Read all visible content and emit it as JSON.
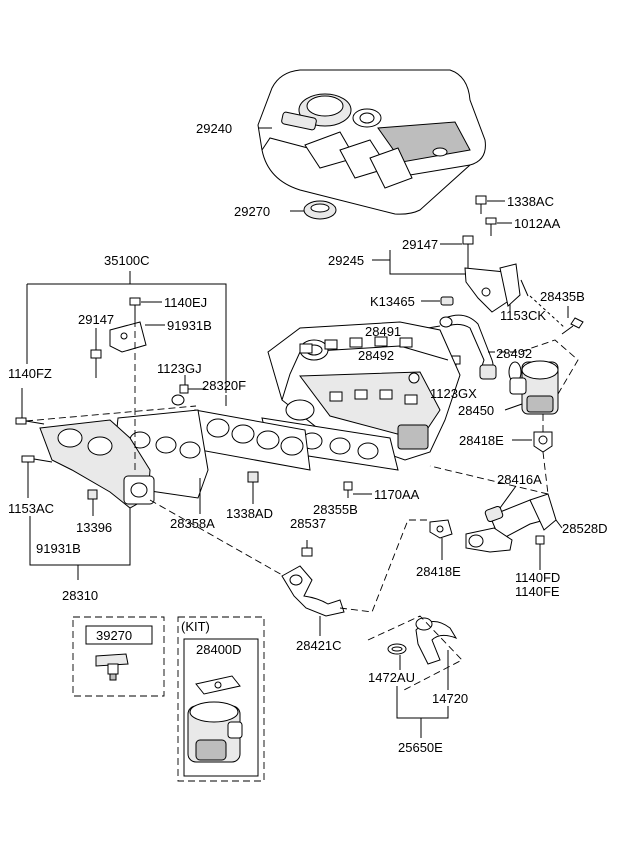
{
  "labels": {
    "p29240": "29240",
    "p29270": "29270",
    "p1338AC": "1338AC",
    "p1012AA": "1012AA",
    "p29147a": "29147",
    "p29245": "29245",
    "p35100C": "35100C",
    "pK13465": "K13465",
    "p28435B": "28435B",
    "p1140EJ": "1140EJ",
    "p29147b": "29147",
    "p91931Ba": "91931B",
    "p1153CK": "1153CK",
    "p28491": "28491",
    "p1140FZ": "1140FZ",
    "p1123GJ": "1123GJ",
    "p28492a": "28492",
    "p28492b": "28492",
    "p28320F": "28320F",
    "p1123GX": "1123GX",
    "p28450": "28450",
    "p28418Ea": "28418E",
    "p28416A": "28416A",
    "p1153AC": "1153AC",
    "p1338AD": "1338AD",
    "p1170AA": "1170AA",
    "p28355B": "28355B",
    "p28528D": "28528D",
    "p13396": "13396",
    "p28358A": "28358A",
    "p28537": "28537",
    "p91931Bb": "91931B",
    "p28418Eb": "28418E",
    "p1140FD": "1140FD",
    "p1140FE": "1140FE",
    "p28310": "28310",
    "p28421C": "28421C",
    "p39270": "39270",
    "pKIT": "(KIT)",
    "p28400D": "28400D",
    "p1472AU": "1472AU",
    "p14720": "14720",
    "p25650E": "25650E"
  }
}
